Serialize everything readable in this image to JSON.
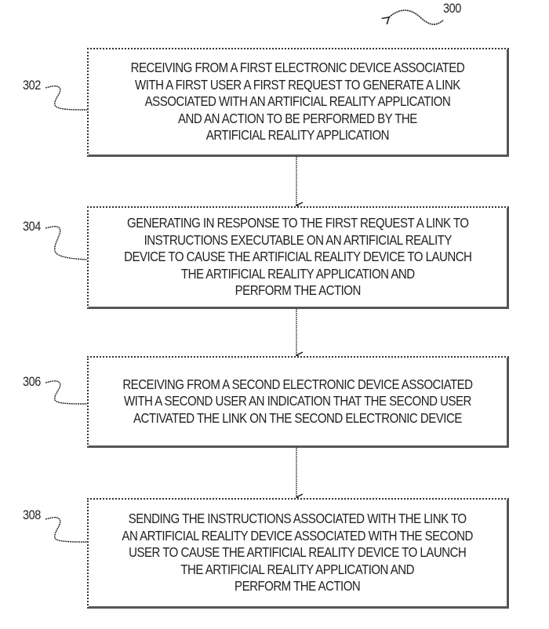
{
  "figure": {
    "reference_number": "300",
    "steps": [
      {
        "id": "302",
        "lines": [
          "RECEIVING FROM A FIRST ELECTRONIC DEVICE ASSOCIATED",
          "WITH A FIRST USER A FIRST REQUEST TO GENERATE A LINK",
          "ASSOCIATED WITH AN ARTIFICIAL REALITY APPLICATION",
          "AND AN ACTION TO BE PERFORMED BY THE",
          "ARTIFICIAL REALITY APPLICATION"
        ]
      },
      {
        "id": "304",
        "lines": [
          "GENERATING IN RESPONSE TO THE FIRST REQUEST A LINK TO",
          "INSTRUCTIONS EXECUTABLE ON AN ARTIFICIAL REALITY",
          "DEVICE TO CAUSE THE ARTIFICIAL REALITY DEVICE TO LAUNCH",
          "THE ARTIFICIAL REALITY APPLICATION AND",
          "PERFORM THE ACTION"
        ]
      },
      {
        "id": "306",
        "lines": [
          "RECEIVING FROM A SECOND ELECTRONIC DEVICE ASSOCIATED",
          "WITH A SECOND USER AN INDICATION THAT THE SECOND USER",
          "ACTIVATED THE LINK ON THE SECOND ELECTRONIC DEVICE"
        ]
      },
      {
        "id": "308",
        "lines": [
          "SENDING THE INSTRUCTIONS ASSOCIATED WITH THE LINK TO",
          "AN ARTIFICIAL REALITY DEVICE ASSOCIATED WITH THE SECOND",
          "USER TO CAUSE THE ARTIFICIAL REALITY DEVICE TO LAUNCH",
          "THE ARTIFICIAL REALITY APPLICATION AND",
          "PERFORM THE ACTION"
        ]
      }
    ]
  }
}
